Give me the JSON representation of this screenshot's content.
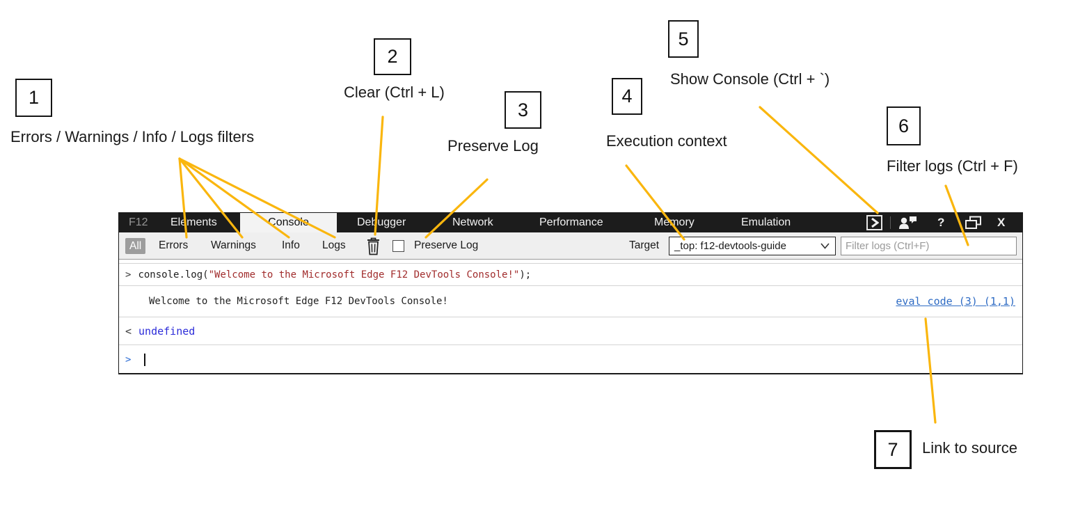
{
  "annotations": {
    "line_color": "#FAB60E",
    "items": [
      {
        "number": "1",
        "label": "Errors / Warnings / Info / Logs filters"
      },
      {
        "number": "2",
        "label": "Clear (Ctrl + L)"
      },
      {
        "number": "3",
        "label": "Preserve Log"
      },
      {
        "number": "4",
        "label": "Execution context"
      },
      {
        "number": "5",
        "label": "Show Console (Ctrl + `)"
      },
      {
        "number": "6",
        "label": "Filter logs (Ctrl + F)"
      },
      {
        "number": "7",
        "label": "Link to source"
      }
    ]
  },
  "devtools": {
    "tabs": [
      "F12",
      "Elements",
      "Console",
      "Debugger",
      "Network",
      "Performance",
      "Memory",
      "Emulation"
    ],
    "active_tab": "Console",
    "titlebar_icons": {
      "show_console": "show-console-boxed-arrow",
      "feedback": "person-with-speech-bubble",
      "help": "?",
      "unpin": "overlapping-windows",
      "close": "X"
    },
    "toolbar": {
      "filters": [
        {
          "label": "All",
          "active": true
        },
        {
          "label": "Errors",
          "active": false
        },
        {
          "label": "Warnings",
          "active": false
        },
        {
          "label": "Info",
          "active": false
        },
        {
          "label": "Logs",
          "active": false
        }
      ],
      "trash_icon": "clear-trash-can",
      "preserve_log_label": "Preserve Log",
      "preserve_log_checked": false,
      "target_label": "Target",
      "target_value": "_top: f12-devtools-guide",
      "filter_placeholder": "Filter logs (Ctrl+F)"
    },
    "console": {
      "input_line": {
        "prompt": ">",
        "code_before": "console.log(",
        "string": "\"Welcome to the Microsoft Edge F12 DevTools Console!\"",
        "code_after": ");"
      },
      "log_line": {
        "text": "Welcome to the Microsoft Edge F12 DevTools Console!",
        "source_link": "eval code (3) (1,1)"
      },
      "result_line": {
        "prompt": "<",
        "value": "undefined"
      },
      "prompt_line": {
        "prompt": ">"
      }
    },
    "colors": {
      "tabbar_bg": "#1c1c1c",
      "string_red": "#A12C2C",
      "link_blue": "#2E6BC4",
      "undefined_blue": "#2B2BD9",
      "toolbar_bg": "#efefef"
    }
  }
}
